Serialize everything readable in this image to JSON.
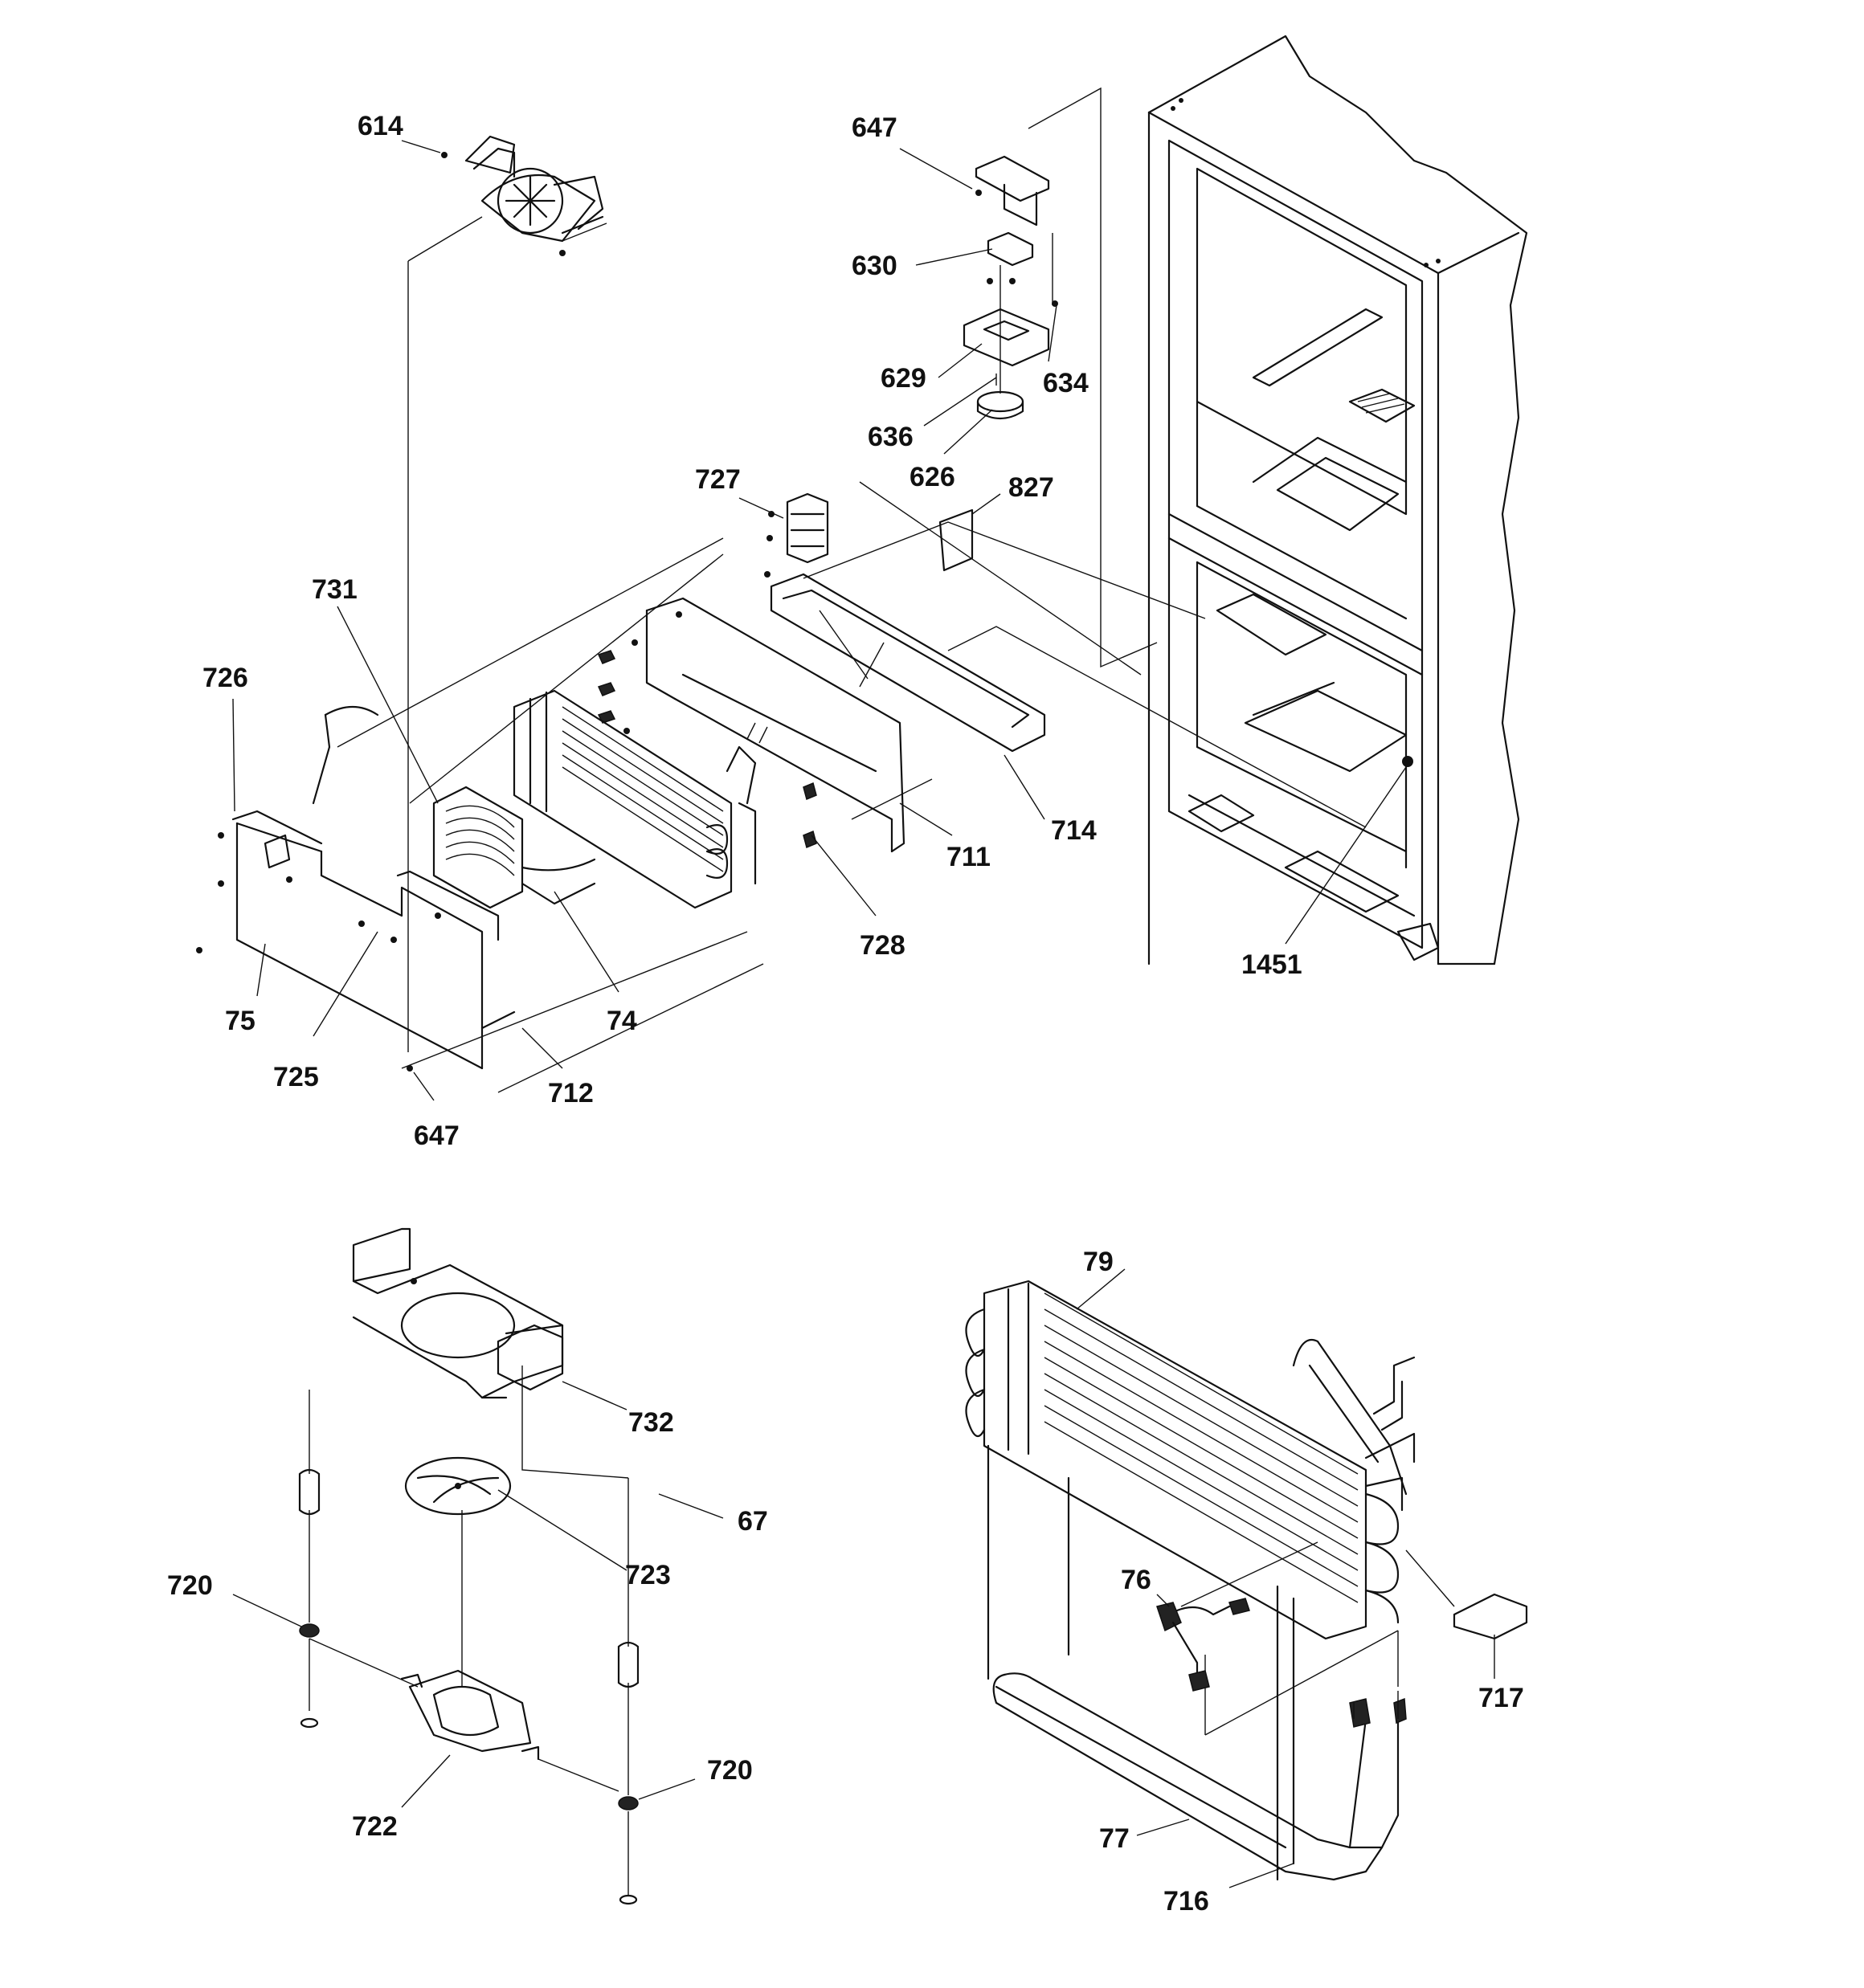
{
  "callouts": [
    {
      "id": "c614",
      "text": "614"
    },
    {
      "id": "c647a",
      "text": "647"
    },
    {
      "id": "c630",
      "text": "630"
    },
    {
      "id": "c629",
      "text": "629"
    },
    {
      "id": "c634",
      "text": "634"
    },
    {
      "id": "c636",
      "text": "636"
    },
    {
      "id": "c626",
      "text": "626"
    },
    {
      "id": "c727",
      "text": "727"
    },
    {
      "id": "c827",
      "text": "827"
    },
    {
      "id": "c731",
      "text": "731"
    },
    {
      "id": "c726",
      "text": "726"
    },
    {
      "id": "c711",
      "text": "711"
    },
    {
      "id": "c714",
      "text": "714"
    },
    {
      "id": "c728",
      "text": "728"
    },
    {
      "id": "c1451",
      "text": "1451"
    },
    {
      "id": "c74",
      "text": "74"
    },
    {
      "id": "c75",
      "text": "75"
    },
    {
      "id": "c725",
      "text": "725"
    },
    {
      "id": "c712",
      "text": "712"
    },
    {
      "id": "c647b",
      "text": "647"
    },
    {
      "id": "c79",
      "text": "79"
    },
    {
      "id": "c732",
      "text": "732"
    },
    {
      "id": "c67",
      "text": "67"
    },
    {
      "id": "c723",
      "text": "723"
    },
    {
      "id": "c720a",
      "text": "720"
    },
    {
      "id": "c720b",
      "text": "720"
    },
    {
      "id": "c722",
      "text": "722"
    },
    {
      "id": "c76",
      "text": "76"
    },
    {
      "id": "c717",
      "text": "717"
    },
    {
      "id": "c77",
      "text": "77"
    },
    {
      "id": "c716",
      "text": "716"
    }
  ]
}
